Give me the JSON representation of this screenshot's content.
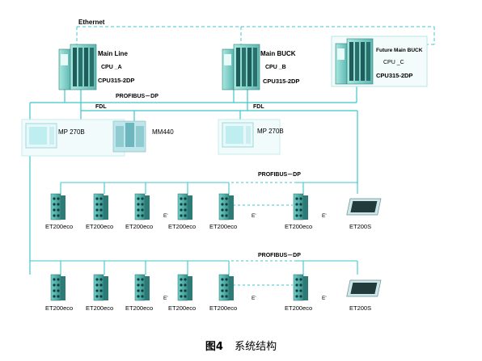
{
  "network": {
    "ethernet_label": "Ethernet",
    "fdl_label": "FDL",
    "profibus_label": "PROFIBUS－DP",
    "e_marker": "E'"
  },
  "cpus": [
    {
      "name": "Main Line",
      "cpu_id": "CPU _A",
      "model": "CPU315-2DP"
    },
    {
      "name": "Main BUCK",
      "cpu_id": "CPU _B",
      "model": "CPU315-2DP"
    },
    {
      "name": "Future Main BUCK",
      "cpu_id": "CPU _C",
      "model": "CPU315-2DP"
    }
  ],
  "hmi": [
    {
      "label": "MP 270B"
    },
    {
      "label": "MM440"
    },
    {
      "label": "MP 270B"
    }
  ],
  "rows": [
    {
      "bus_label": "PROFIBUS－DP",
      "modules": [
        "ET200eco",
        "ET200eco",
        "ET200eco",
        "ET200eco",
        "ET200eco",
        "ET200eco"
      ],
      "end_device": "ET200S"
    },
    {
      "bus_label": "PROFIBUS－DP",
      "modules": [
        "ET200eco",
        "ET200eco",
        "ET200eco",
        "ET200eco",
        "ET200eco",
        "ET200eco"
      ],
      "end_device": "ET200S"
    }
  ],
  "caption": {
    "figure": "图4",
    "title": "系统结构"
  },
  "colors": {
    "line": "#3cc8cc",
    "device_body": "#7fd6d0",
    "device_dark": "#1d5a58",
    "screen_frame": "#dff4f6"
  }
}
